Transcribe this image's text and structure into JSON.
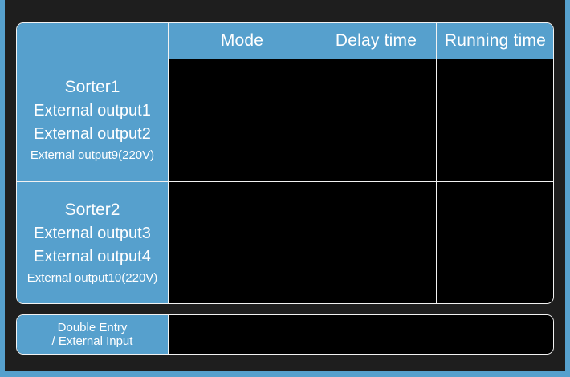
{
  "theme": {
    "accent_blue": "#56a0cd",
    "background": "#1e1e1e",
    "cell_background": "#000000",
    "border": "#f2f2f2",
    "text": "#ffffff"
  },
  "table": {
    "headers": {
      "corner": "",
      "mode": "Mode",
      "delay_time": "Delay time",
      "running_time": "Running time"
    },
    "groups": [
      {
        "id": "sorter1",
        "labels": [
          {
            "text": "Sorter1",
            "size": "big"
          },
          {
            "text": "External output1",
            "size": "med"
          },
          {
            "text": "External output2",
            "size": "med"
          },
          {
            "text": "External output9(220V)",
            "size": "small"
          }
        ],
        "mode": "",
        "delay_time": "",
        "running_time": ""
      },
      {
        "id": "sorter2",
        "labels": [
          {
            "text": "Sorter2",
            "size": "big"
          },
          {
            "text": "External output3",
            "size": "med"
          },
          {
            "text": "External output4",
            "size": "med"
          },
          {
            "text": "External output10(220V)",
            "size": "small"
          }
        ],
        "mode": "",
        "delay_time": "",
        "running_time": ""
      }
    ]
  },
  "input_bar": {
    "label_line1": "Double Entry",
    "label_line2": "/ External Input",
    "value": ""
  }
}
